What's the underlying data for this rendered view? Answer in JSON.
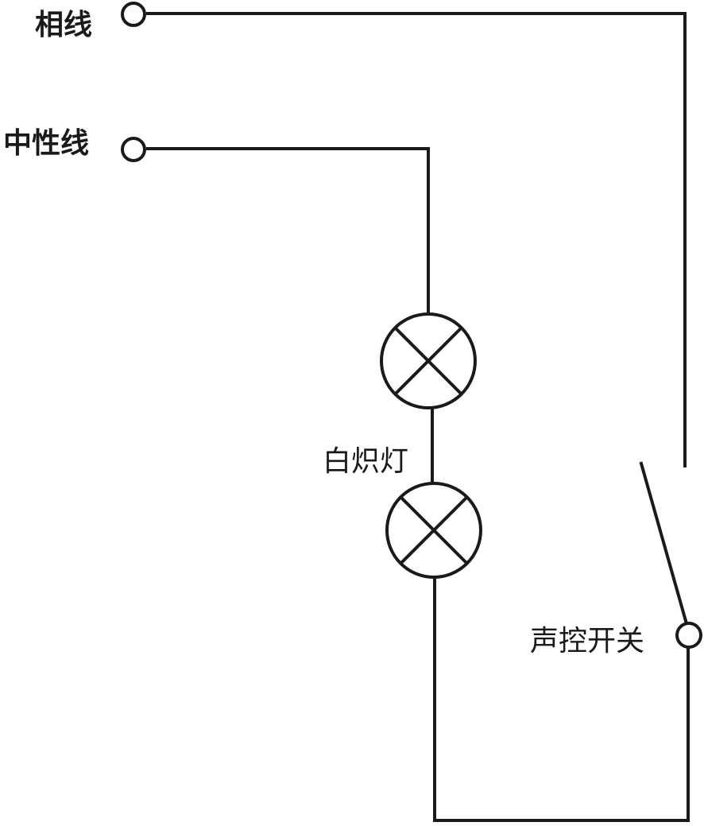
{
  "labels": {
    "phase_line": "相线",
    "neutral_line": "中性线",
    "lamp": "白炽灯",
    "switch": "声控开关"
  }
}
